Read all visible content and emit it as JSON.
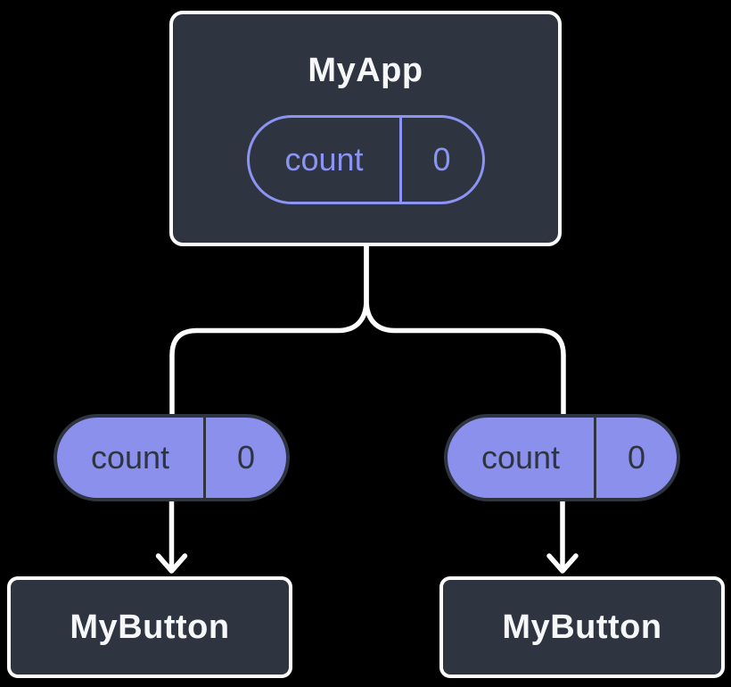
{
  "diagram": {
    "colors": {
      "background": "#000000",
      "box_fill": "#2e3440",
      "box_border": "#ffffff",
      "accent": "#8b94f2",
      "pill_fill": "#8a90ec",
      "pill_text_dark": "#2e3440",
      "title_text": "#f6f7f9",
      "connector": "#ffffff"
    },
    "root": {
      "title": "MyApp",
      "state": {
        "name": "count",
        "value": "0"
      }
    },
    "children": [
      {
        "title": "MyButton",
        "prop": {
          "name": "count",
          "value": "0"
        }
      },
      {
        "title": "MyButton",
        "prop": {
          "name": "count",
          "value": "0"
        }
      }
    ]
  }
}
